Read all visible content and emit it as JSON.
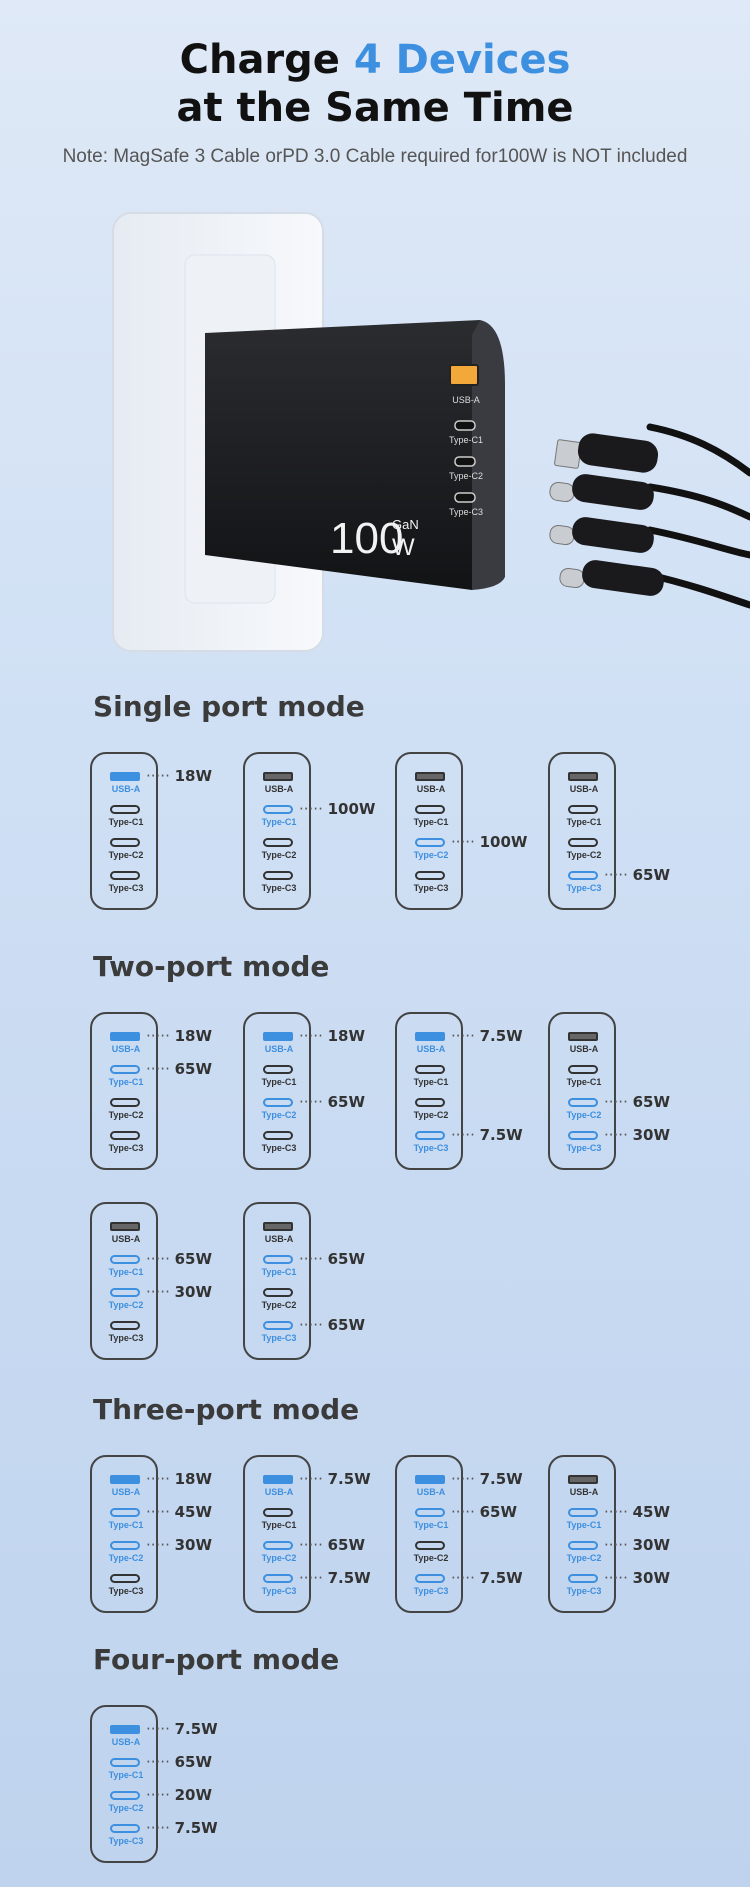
{
  "hero": {
    "title_part1": "Charge ",
    "title_accent": "4 Devices",
    "title_line2": "at the Same Time",
    "note": "Note: MagSafe 3 Cable orPD 3.0 Cable required for100W is NOT included"
  },
  "charger": {
    "power_label": "100",
    "power_unit": "W",
    "gan_label": "GaN",
    "port_labels": [
      "USB-A",
      "Type-C1",
      "Type-C2",
      "Type-C3"
    ]
  },
  "colors": {
    "accent": "#3d8fe0",
    "charger_body": "#1e1f22",
    "outline": "#444444"
  },
  "port_labels": [
    "USB-A",
    "Type-C1",
    "Type-C2",
    "Type-C3"
  ],
  "sections": [
    {
      "title": "Single port mode",
      "cards": [
        {
          "ports": [
            {
              "active": true,
              "watt": "18W"
            },
            {
              "active": false,
              "watt": ""
            },
            {
              "active": false,
              "watt": ""
            },
            {
              "active": false,
              "watt": ""
            }
          ]
        },
        {
          "ports": [
            {
              "active": false,
              "watt": ""
            },
            {
              "active": true,
              "watt": "100W"
            },
            {
              "active": false,
              "watt": ""
            },
            {
              "active": false,
              "watt": ""
            }
          ]
        },
        {
          "ports": [
            {
              "active": false,
              "watt": ""
            },
            {
              "active": false,
              "watt": ""
            },
            {
              "active": true,
              "watt": "100W"
            },
            {
              "active": false,
              "watt": ""
            }
          ]
        },
        {
          "ports": [
            {
              "active": false,
              "watt": ""
            },
            {
              "active": false,
              "watt": ""
            },
            {
              "active": false,
              "watt": ""
            },
            {
              "active": true,
              "watt": "65W"
            }
          ]
        }
      ]
    },
    {
      "title": "Two-port mode",
      "cards": [
        {
          "ports": [
            {
              "active": true,
              "watt": "18W"
            },
            {
              "active": true,
              "watt": "65W"
            },
            {
              "active": false,
              "watt": ""
            },
            {
              "active": false,
              "watt": ""
            }
          ]
        },
        {
          "ports": [
            {
              "active": true,
              "watt": "18W"
            },
            {
              "active": false,
              "watt": ""
            },
            {
              "active": true,
              "watt": "65W"
            },
            {
              "active": false,
              "watt": ""
            }
          ]
        },
        {
          "ports": [
            {
              "active": true,
              "watt": "7.5W"
            },
            {
              "active": false,
              "watt": ""
            },
            {
              "active": false,
              "watt": ""
            },
            {
              "active": true,
              "watt": "7.5W"
            }
          ]
        },
        {
          "ports": [
            {
              "active": false,
              "watt": ""
            },
            {
              "active": false,
              "watt": ""
            },
            {
              "active": true,
              "watt": "65W"
            },
            {
              "active": true,
              "watt": "30W"
            }
          ]
        },
        {
          "ports": [
            {
              "active": false,
              "watt": ""
            },
            {
              "active": true,
              "watt": "65W"
            },
            {
              "active": true,
              "watt": "30W"
            },
            {
              "active": false,
              "watt": ""
            }
          ]
        },
        {
          "ports": [
            {
              "active": false,
              "watt": ""
            },
            {
              "active": true,
              "watt": "65W"
            },
            {
              "active": false,
              "watt": ""
            },
            {
              "active": true,
              "watt": "65W"
            }
          ]
        }
      ]
    },
    {
      "title": "Three-port mode",
      "cards": [
        {
          "ports": [
            {
              "active": true,
              "watt": "18W"
            },
            {
              "active": true,
              "watt": "45W"
            },
            {
              "active": true,
              "watt": "30W"
            },
            {
              "active": false,
              "watt": ""
            }
          ]
        },
        {
          "ports": [
            {
              "active": true,
              "watt": "7.5W"
            },
            {
              "active": false,
              "watt": ""
            },
            {
              "active": true,
              "watt": "65W"
            },
            {
              "active": true,
              "watt": "7.5W"
            }
          ]
        },
        {
          "ports": [
            {
              "active": true,
              "watt": "7.5W"
            },
            {
              "active": true,
              "watt": "65W"
            },
            {
              "active": false,
              "watt": ""
            },
            {
              "active": true,
              "watt": "7.5W"
            }
          ]
        },
        {
          "ports": [
            {
              "active": false,
              "watt": ""
            },
            {
              "active": true,
              "watt": "45W"
            },
            {
              "active": true,
              "watt": "30W"
            },
            {
              "active": true,
              "watt": "30W"
            }
          ]
        }
      ]
    },
    {
      "title": "Four-port mode",
      "cards": [
        {
          "ports": [
            {
              "active": true,
              "watt": "7.5W"
            },
            {
              "active": true,
              "watt": "65W"
            },
            {
              "active": true,
              "watt": "20W"
            },
            {
              "active": true,
              "watt": "7.5W"
            }
          ]
        }
      ]
    }
  ]
}
